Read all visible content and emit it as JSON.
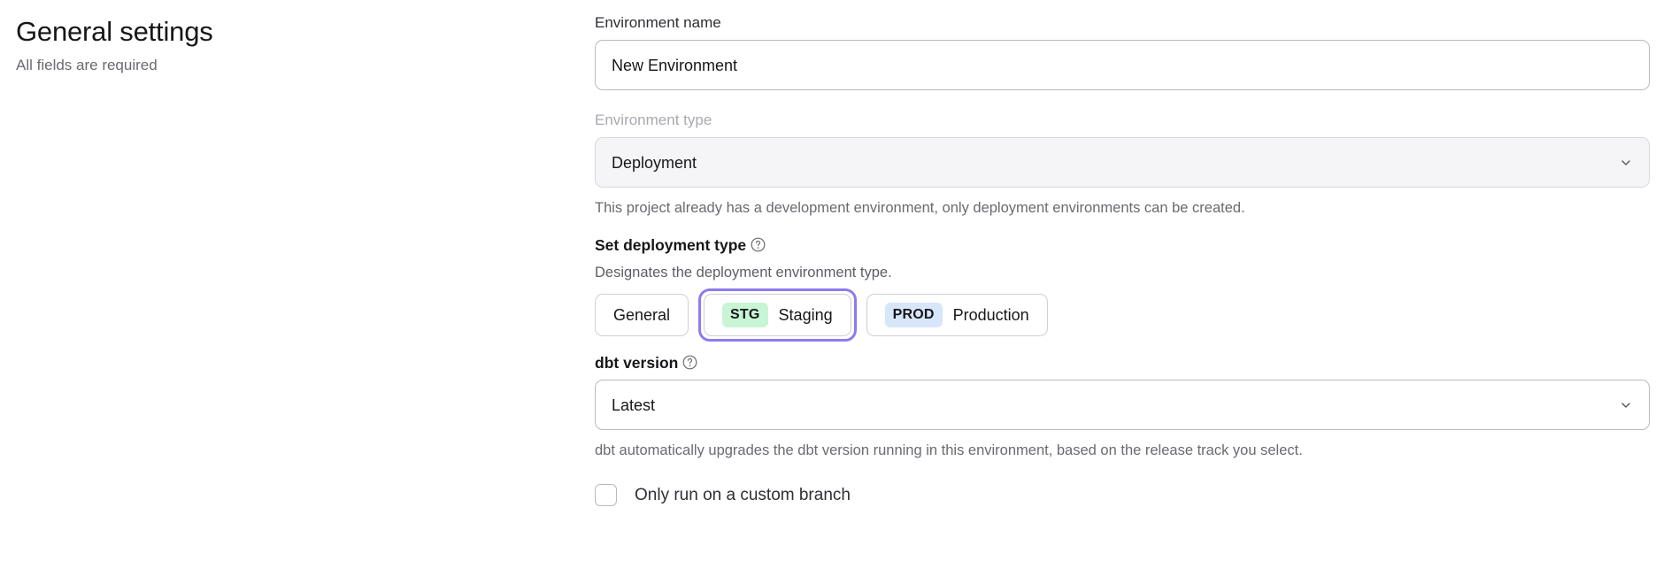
{
  "header": {
    "title": "General settings",
    "subtitle": "All fields are required"
  },
  "form": {
    "environment_name": {
      "label": "Environment name",
      "value": "New Environment",
      "placeholder": "Environment name"
    },
    "environment_type": {
      "label": "Environment type",
      "value": "Deployment",
      "disabled": true,
      "helper": "This project already has a development environment, only deployment environments can be created.",
      "chevron_icon": "chevron-down-icon"
    },
    "deployment_type": {
      "label": "Set deployment type",
      "help_icon": "help-circle-icon",
      "description": "Designates the deployment environment type.",
      "options": [
        {
          "id": "general",
          "badge": "",
          "label": "General",
          "selected": false,
          "focused": false
        },
        {
          "id": "staging",
          "badge": "STG",
          "label": "Staging",
          "selected": true,
          "focused": true,
          "badge_color": "#c8f5d4"
        },
        {
          "id": "production",
          "badge": "PROD",
          "label": "Production",
          "selected": false,
          "focused": false,
          "badge_color": "#d8e6fa"
        }
      ]
    },
    "dbt_version": {
      "label": "dbt version",
      "help_icon": "help-circle-icon",
      "value": "Latest",
      "helper": "dbt automatically upgrades the dbt version running in this environment, based on the release track you select.",
      "chevron_icon": "chevron-down-icon"
    },
    "custom_branch": {
      "label": "Only run on a custom branch",
      "checked": false
    }
  },
  "colors": {
    "focus_ring": "#8d7cf0",
    "stg_badge": "#c8f5d4",
    "prod_badge": "#d8e6fa",
    "text_primary": "#17171a",
    "text_muted": "#6a6a70"
  }
}
